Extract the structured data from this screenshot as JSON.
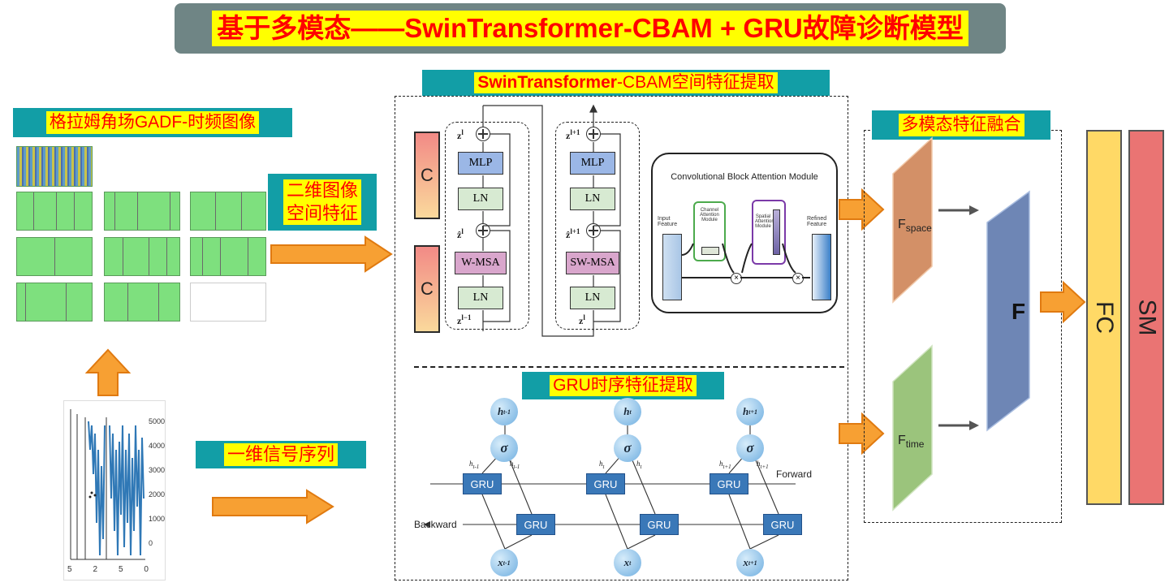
{
  "title": "基于多模态——SwinTransformer-CBAM + GRU故障诊断模型",
  "labels": {
    "gadf": "格拉姆角场GADF-时频图像",
    "image_feature_line1": "二维图像",
    "image_feature_line2": "空间特征",
    "signal": "一维信号序列",
    "swin_bold": "SwinTransformer",
    "swin_rest": "-CBAM空间特征提取",
    "gru_title": "GRU时序特征提取",
    "fusion": "多模态特征融合"
  },
  "swin": {
    "c_label": "C",
    "block1": {
      "top_z": "z",
      "top_sup": "l",
      "mid_z": "ẑ",
      "mid_sup": "l",
      "bot_z": "z",
      "bot_sup": "l−1",
      "mlp": "MLP",
      "ln": "LN",
      "msa": "W-MSA"
    },
    "block2": {
      "top_z": "z",
      "top_sup": "l+1",
      "mid_z": "ẑ",
      "mid_sup": "l+1",
      "bot_z": "z",
      "bot_sup": "l",
      "mlp": "MLP",
      "ln": "LN",
      "msa": "SW-MSA"
    }
  },
  "cbam": {
    "title": "Convolutional Block Attention Module",
    "input": "Input Feature",
    "channel": "Channel Attention Module",
    "spatial": "Spatial Attention Module",
    "refined": "Refined Feature"
  },
  "gru": {
    "unit": "GRU",
    "forward": "Forward",
    "backward": "Backward",
    "sigma": "σ",
    "h": [
      "h",
      "h",
      "h"
    ],
    "h_sub": [
      "t-1",
      "t",
      "t+1"
    ],
    "x": [
      "x",
      "x",
      "x"
    ],
    "x_sub": [
      "t-1",
      "t",
      "t+1"
    ]
  },
  "fusion": {
    "f_space": "F",
    "f_space_sub": "space",
    "f_time": "F",
    "f_time_sub": "time",
    "f": "F",
    "fc": "FC",
    "sm": "SM"
  },
  "signal_plot": {
    "y_ticks": [
      "5000",
      "4000",
      "3000",
      "2000",
      "1000",
      "0"
    ],
    "x_ticks": [
      "5",
      "2",
      "5",
      "0"
    ]
  },
  "colors": {
    "title_bg": "#6f8585",
    "teal": "#129ea6",
    "highlight": "#ffff00",
    "red_text": "#ff0000",
    "arrow": "#f7a033",
    "fc": "#ffd966",
    "sm": "#ea7473",
    "f_space": "#d08f66",
    "f_time": "#9bc37c",
    "f": "#6f86b6"
  }
}
